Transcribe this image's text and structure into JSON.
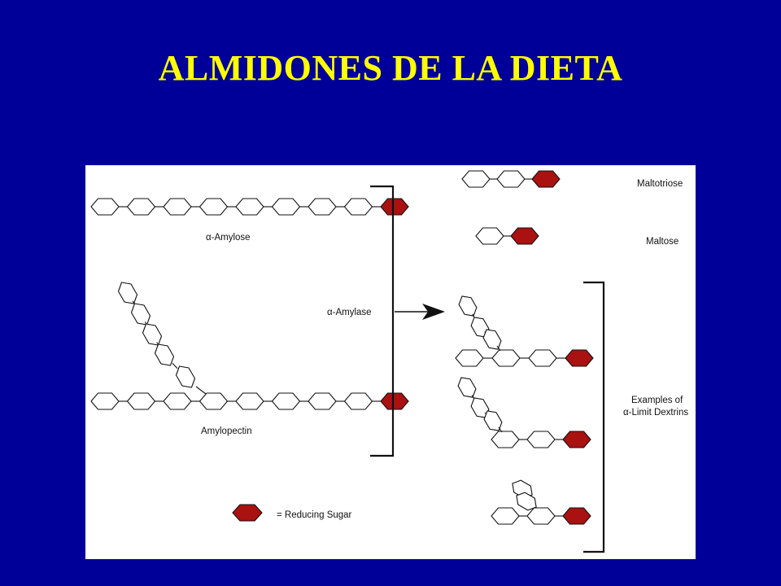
{
  "slide": {
    "title": "ALMIDONES DE LA DIETA"
  },
  "diagram": {
    "labels": {
      "amylose": "α-Amylose",
      "amylopectin": "Amylopectin",
      "enzyme": "α-Amylase",
      "maltotriose": "Maltotriose",
      "maltose": "Maltose",
      "dextrins_line1": "Examples of",
      "dextrins_line2": "α-Limit Dextrins",
      "legend": "= Reducing Sugar"
    }
  },
  "colors": {
    "background": "#000099",
    "title": "#ffff00",
    "reducing_sugar": "#aa1111"
  }
}
